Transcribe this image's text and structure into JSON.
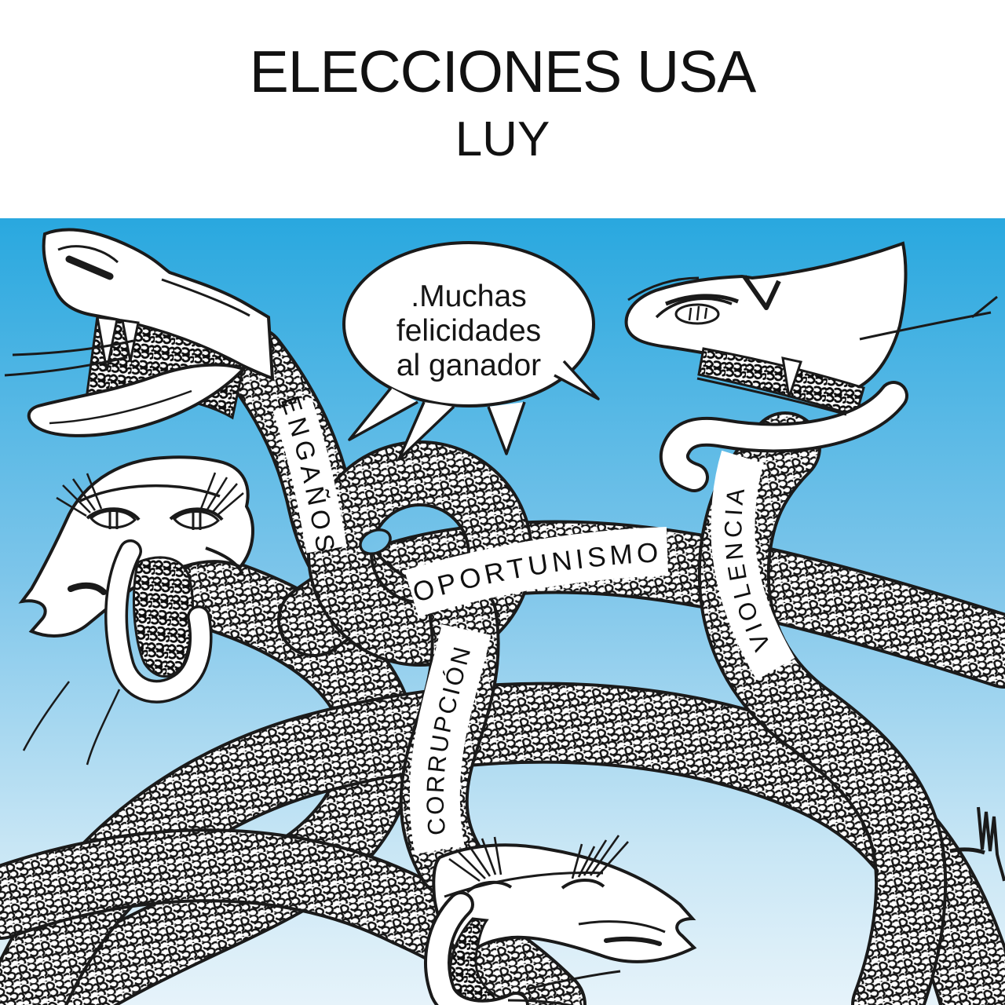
{
  "header": {
    "title": "ELECCIONES USA",
    "author": "LUY"
  },
  "bubble": {
    "line1": ".Muchas",
    "line2": "felicidades",
    "line3": "al ganador"
  },
  "snake_labels": {
    "enganos": "ENGAÑOS",
    "oportunismo": "OPORTUNISMO",
    "corrupcion": "CORRUPCIÓN",
    "violencia": "VIOLENCIA"
  },
  "signature": "Luy",
  "colors": {
    "sky_top": "#2AA9E0",
    "sky_bottom": "#E4F2FA",
    "ink": "#1a1a1a",
    "paper": "#ffffff"
  }
}
